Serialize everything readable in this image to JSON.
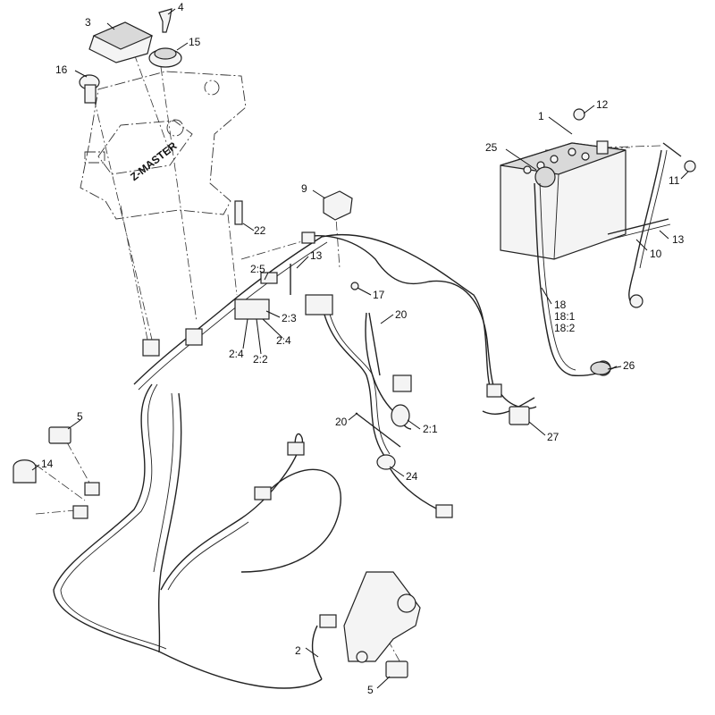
{
  "labels": {
    "l1": "1",
    "l2": "2",
    "l3": "3",
    "l4": "4",
    "l5a": "5",
    "l5b": "5",
    "l9": "9",
    "l10": "10",
    "l11": "11",
    "l12": "12",
    "l13a": "13",
    "l13b": "13",
    "l14": "14",
    "l15": "15",
    "l16": "16",
    "l17": "17",
    "l18": "18",
    "l18_1": "18:1",
    "l18_2": "18:2",
    "l20a": "20",
    "l20b": "20",
    "l21": "2:1",
    "l22": "22",
    "l24": "24",
    "l25": "25",
    "l26": "26",
    "l27": "27",
    "l25c": "2:5",
    "l23c": "2:3",
    "l24c1": "2:4",
    "l24c2": "2:4",
    "l22c": "2:2"
  },
  "console_text": "Z-MASTER"
}
